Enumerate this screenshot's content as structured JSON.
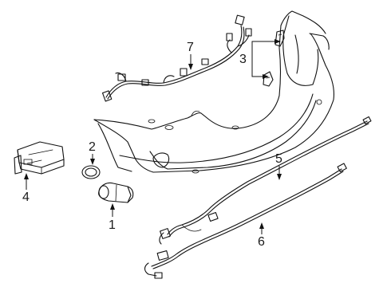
{
  "diagram": {
    "callouts": [
      {
        "id": "1",
        "label": "1"
      },
      {
        "id": "2",
        "label": "2"
      },
      {
        "id": "3",
        "label": "3"
      },
      {
        "id": "4",
        "label": "4"
      },
      {
        "id": "5",
        "label": "5"
      },
      {
        "id": "6",
        "label": "6"
      },
      {
        "id": "7",
        "label": "7"
      }
    ],
    "parts": [
      "rear-bumper-cover",
      "bumper-wiring-harness",
      "sensor-brackets",
      "park-assist-module",
      "sensor-bezel-ring",
      "parking-sensor",
      "wire-harness-upper",
      "wire-harness-lower"
    ]
  }
}
